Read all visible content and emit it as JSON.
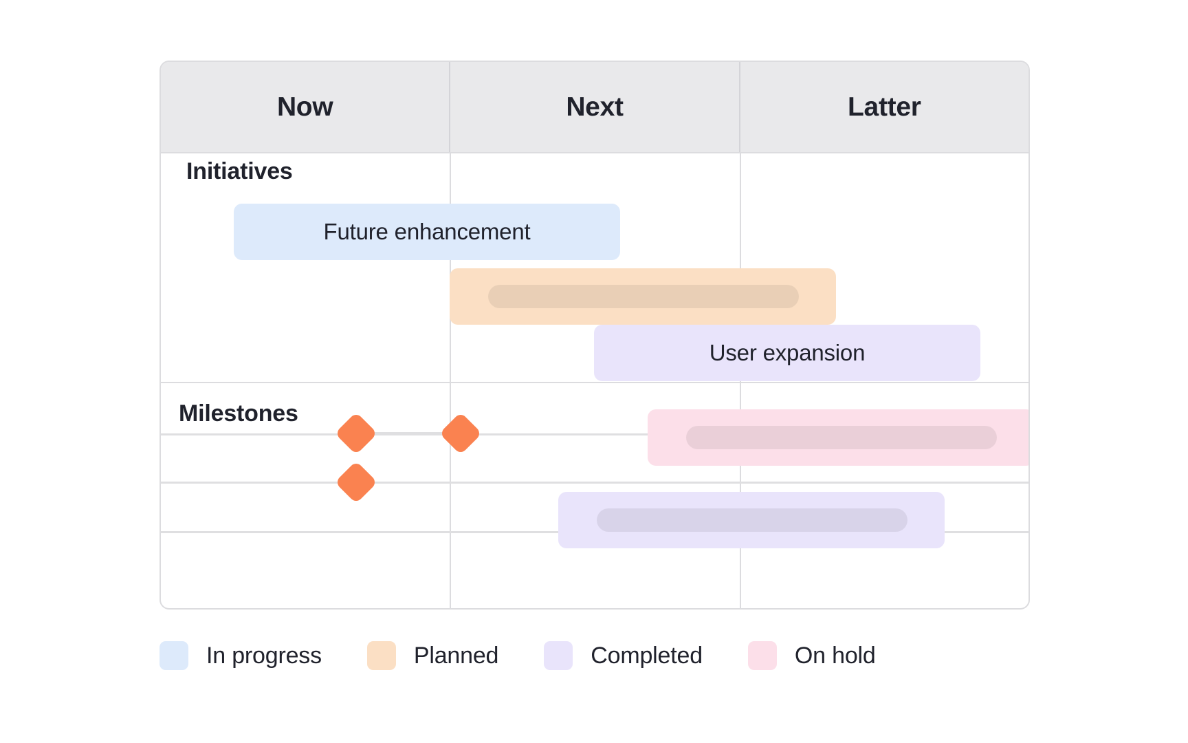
{
  "chart_data": {
    "type": "table",
    "title": "Product roadmap timeline",
    "columns": [
      "Now",
      "Next",
      "Latter"
    ],
    "rows": [
      {
        "section": "Initiatives",
        "items": [
          {
            "label": "Future enhancement",
            "status": "In progress",
            "color": "#ddeafb",
            "start_column": "Now",
            "span_columns": 1,
            "has_label": true
          },
          {
            "label": "",
            "status": "Planned",
            "color": "#fbdfc4",
            "start_column": "Next",
            "span_columns": 1,
            "has_label": false
          },
          {
            "label": "User expansion",
            "status": "Completed",
            "color": "#e9e4fb",
            "start_column": "Next",
            "span_columns": 1,
            "has_label": true
          }
        ]
      },
      {
        "section": "Milestones",
        "items": [
          {
            "label": "",
            "status": "On hold",
            "color": "#fcdfe9",
            "start_column": "Latter",
            "span_columns": 1,
            "has_label": false
          },
          {
            "label": "",
            "status": "Completed",
            "color": "#e9e4fb",
            "start_column": "Next",
            "span_columns": 1,
            "has_label": false
          }
        ],
        "markers": [
          {
            "shape": "diamond",
            "color": "#fa8250",
            "column": "Now",
            "lane": 1
          },
          {
            "shape": "diamond",
            "color": "#fa8250",
            "column": "Now",
            "lane": 1
          },
          {
            "shape": "diamond",
            "color": "#fa8250",
            "column": "Now",
            "lane": 2
          }
        ]
      }
    ],
    "legend": [
      {
        "label": "In progress",
        "color": "#ddeafb"
      },
      {
        "label": "Planned",
        "color": "#fbdfc4"
      },
      {
        "label": "Completed",
        "color": "#e9e4fb"
      },
      {
        "label": "On hold",
        "color": "#fcdfe9"
      }
    ],
    "grid": true,
    "legend_position": "bottom-left"
  },
  "header": {
    "columns": [
      {
        "label": "Now"
      },
      {
        "label": "Next"
      },
      {
        "label": "Latter"
      }
    ]
  },
  "sections": {
    "initiatives": {
      "label": "Initiatives"
    },
    "milestones": {
      "label": "Milestones"
    }
  },
  "bars": {
    "future_enhancement": {
      "label": "Future enhancement"
    },
    "user_expansion": {
      "label": "User expansion"
    }
  },
  "legend": {
    "items": [
      {
        "label": "In progress",
        "color": "#ddeafb"
      },
      {
        "label": "Planned",
        "color": "#fbdfc4"
      },
      {
        "label": "Completed",
        "color": "#e9e4fb"
      },
      {
        "label": "On hold",
        "color": "#fcdfe9"
      }
    ]
  },
  "colors": {
    "frame_border": "#dcdcdf",
    "header_bg": "#e9e9eb",
    "text": "#20222c",
    "marker_orange": "#fa8250",
    "skeleton": "rgba(0,0,0,0.07)"
  }
}
